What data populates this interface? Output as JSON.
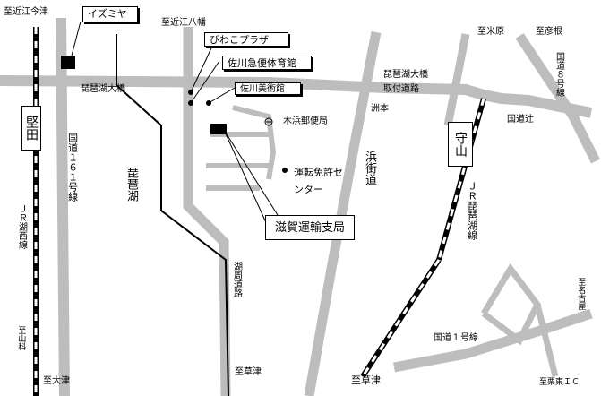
{
  "labels": {
    "to_omi_imazu": "至近江今津",
    "izumiya": "イズミヤ",
    "to_omi_hachiman": "至近江八幡",
    "biwako_plaza": "びわこプラザ",
    "sagawa_gym": "佐川急便体育館",
    "sagawa_museum": "佐川美術館",
    "to_maibara": "至米原",
    "to_hikone": "至彦根",
    "route_8": "国道８号線",
    "biwako_ohashi_east": "琵琶湖大橋",
    "toritsuki_road": "取付道路",
    "biwako_ohashi_west": "琵琶湖大橋",
    "katata_station": "堅田",
    "route_161": "国道１６１号線",
    "lake_biwa": "琵琶湖",
    "kihama_post_office": "木浜郵便局",
    "sumoto": "洲本",
    "moriyama_station": "守山",
    "kokudo_tsuji": "国道辻",
    "license_center": "運転免許センター",
    "hama_kaido": "浜街道",
    "shiga_transport_office": "滋賀運輸支局",
    "jr_kosei_line": "ＪＲ湖西線",
    "jr_biwako_line": "ＪＲ琵琶湖線",
    "kosyu_road": "湖周道路",
    "to_meishin": "至名古屋",
    "to_yamashina": "至山科",
    "route_1": "国道１号線",
    "to_otsu": "至大津",
    "to_kusatsu_mid": "至草津",
    "to_kusatsu_bottom": "至草津",
    "to_ritto_ic": "至栗東ＩＣ"
  }
}
